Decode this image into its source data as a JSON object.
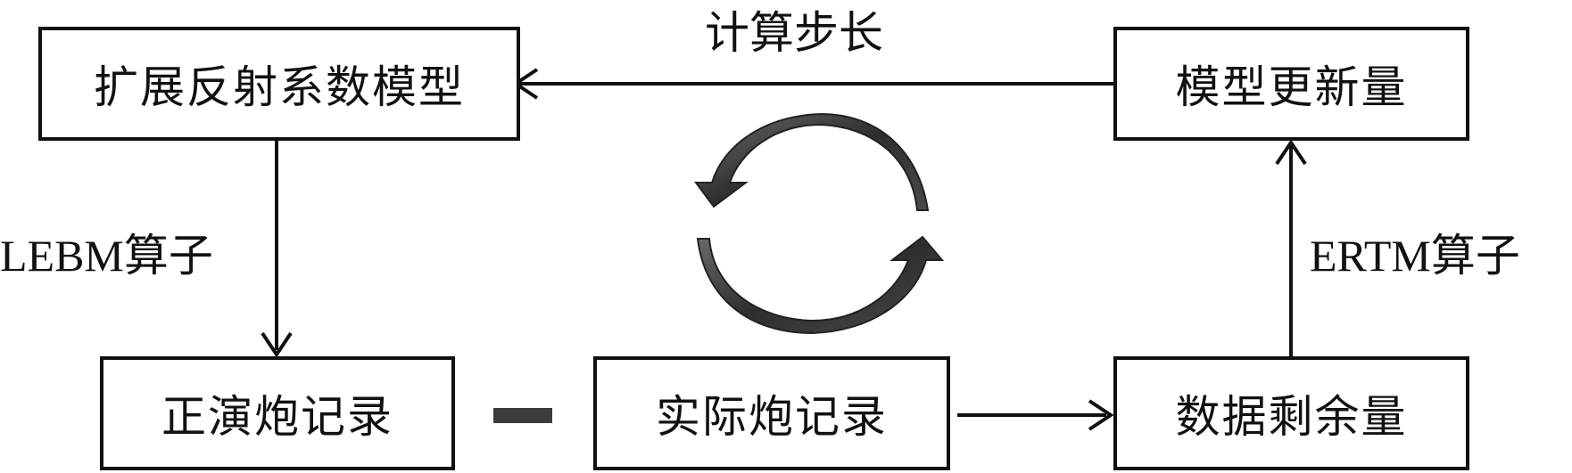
{
  "boxes": {
    "ext_model": "扩展反射系数模型",
    "model_update": "模型更新量",
    "forward_record": "正演炮记录",
    "actual_record": "实际炮记录",
    "data_residual": "数据剩余量"
  },
  "labels": {
    "step_length": "计算步长",
    "lebm_operator": "LEBM算子",
    "ertm_operator": "ERTM算子"
  }
}
